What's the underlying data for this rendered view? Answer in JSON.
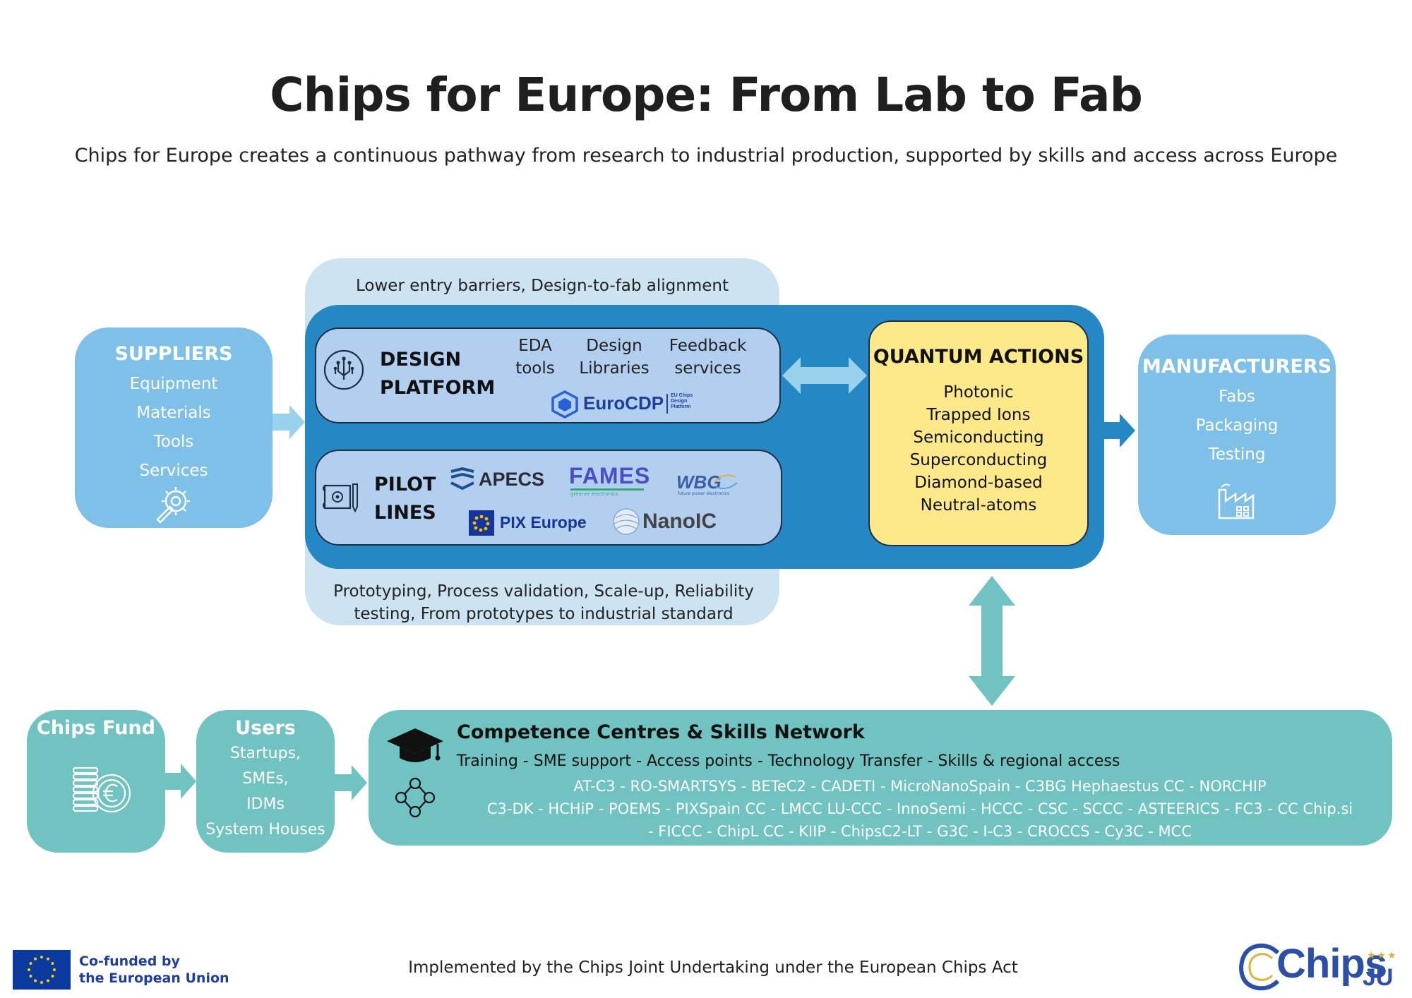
{
  "title": "Chips for Europe: From Lab to Fab",
  "subtitle": "Chips for Europe creates a continuous pathway from research to industrial production, supported by skills and access across Europe",
  "halo": {
    "top_text": "Lower entry barriers, Design-to-fab alignment",
    "bottom_line1": "Prototyping, Process validation, Scale-up, Reliability",
    "bottom_line2": "testing, From prototypes to industrial standard"
  },
  "suppliers": {
    "title": "SUPPLIERS",
    "items": [
      "Equipment",
      "Materials",
      "Tools",
      "Services"
    ],
    "icon": "wrench-gear-icon"
  },
  "design_platform": {
    "title_line1": "DESIGN",
    "title_line2": "PLATFORM",
    "columns": [
      {
        "line1": "EDA",
        "line2": "tools"
      },
      {
        "line1": "Design",
        "line2": "Libraries"
      },
      {
        "line1": "Feedback",
        "line2": "services"
      }
    ],
    "logo": {
      "name": "EuroCDP",
      "tag_line1": "EU Chips",
      "tag_line2": "Design",
      "tag_line3": "Platform"
    },
    "icon": "circuit-chip-icon"
  },
  "pilot_lines": {
    "title_line1": "PILOT",
    "title_line2": "LINES",
    "logos": {
      "apecs": "APECS",
      "fames": "FAMES",
      "fames_tag": "greener electronics",
      "wbg": "WBG",
      "wbg_tag": "future power electronics",
      "pix": "PIX Europe",
      "nanoic": "NanoIC"
    },
    "icon": "blueprint-icon"
  },
  "quantum": {
    "title": "QUANTUM ACTIONS",
    "items": [
      "Photonic",
      "Trapped Ions",
      "Semiconducting",
      "Superconducting",
      "Diamond-based",
      "Neutral-atoms"
    ]
  },
  "manufacturers": {
    "title": "MANUFACTURERS",
    "items": [
      "Fabs",
      "Packaging",
      "Testing"
    ],
    "icon": "factory-icon"
  },
  "chips_fund": {
    "title": "Chips Fund",
    "icon": "euro-coins-icon"
  },
  "users": {
    "title": "Users",
    "items": [
      "Startups,",
      "SMEs,",
      "IDMs",
      "System Houses"
    ]
  },
  "competence": {
    "title": "Competence Centres & Skills Network",
    "subtitle": "Training - SME support - Access points - Technology Transfer - Skills & regional access",
    "centres_line1": "AT-C3 - RO-SMARTSYS - BETeC2 - CADETI - MicroNanoSpain - C3BG Hephaestus CC - NORCHIP",
    "centres_line2": "C3-DK - HCHiP - POEMS - PIXSpain CC - LMCC LU-CCC - InnoSemi - HCCC - CSC - SCCC - ASTEERICS - FC3 - CC Chip.si",
    "centres_line3": "- FICCC - ChipL CC - KIIP - ChipsC2-LT - G3C - I-C3 - CROCCS - Cy3C - MCC"
  },
  "footer": {
    "eu_line1": "Co-funded by",
    "eu_line2": "the European Union",
    "implemented": "Implemented by the Chips Joint Undertaking under the European Chips Act",
    "chips_logo": "Chips",
    "chips_logo_sub": "JU"
  },
  "colors": {
    "core_blue": "#2588c4",
    "halo_blue": "#cde3f2",
    "side_blue": "#7fc0e8",
    "panel_blue": "#b3cff0",
    "quantum_yellow": "#fde98a",
    "teal": "#71c3c2",
    "arrow_light": "#9ad2ee",
    "arrow_dark": "#2588c4",
    "arrow_teal": "#71c3c2"
  }
}
